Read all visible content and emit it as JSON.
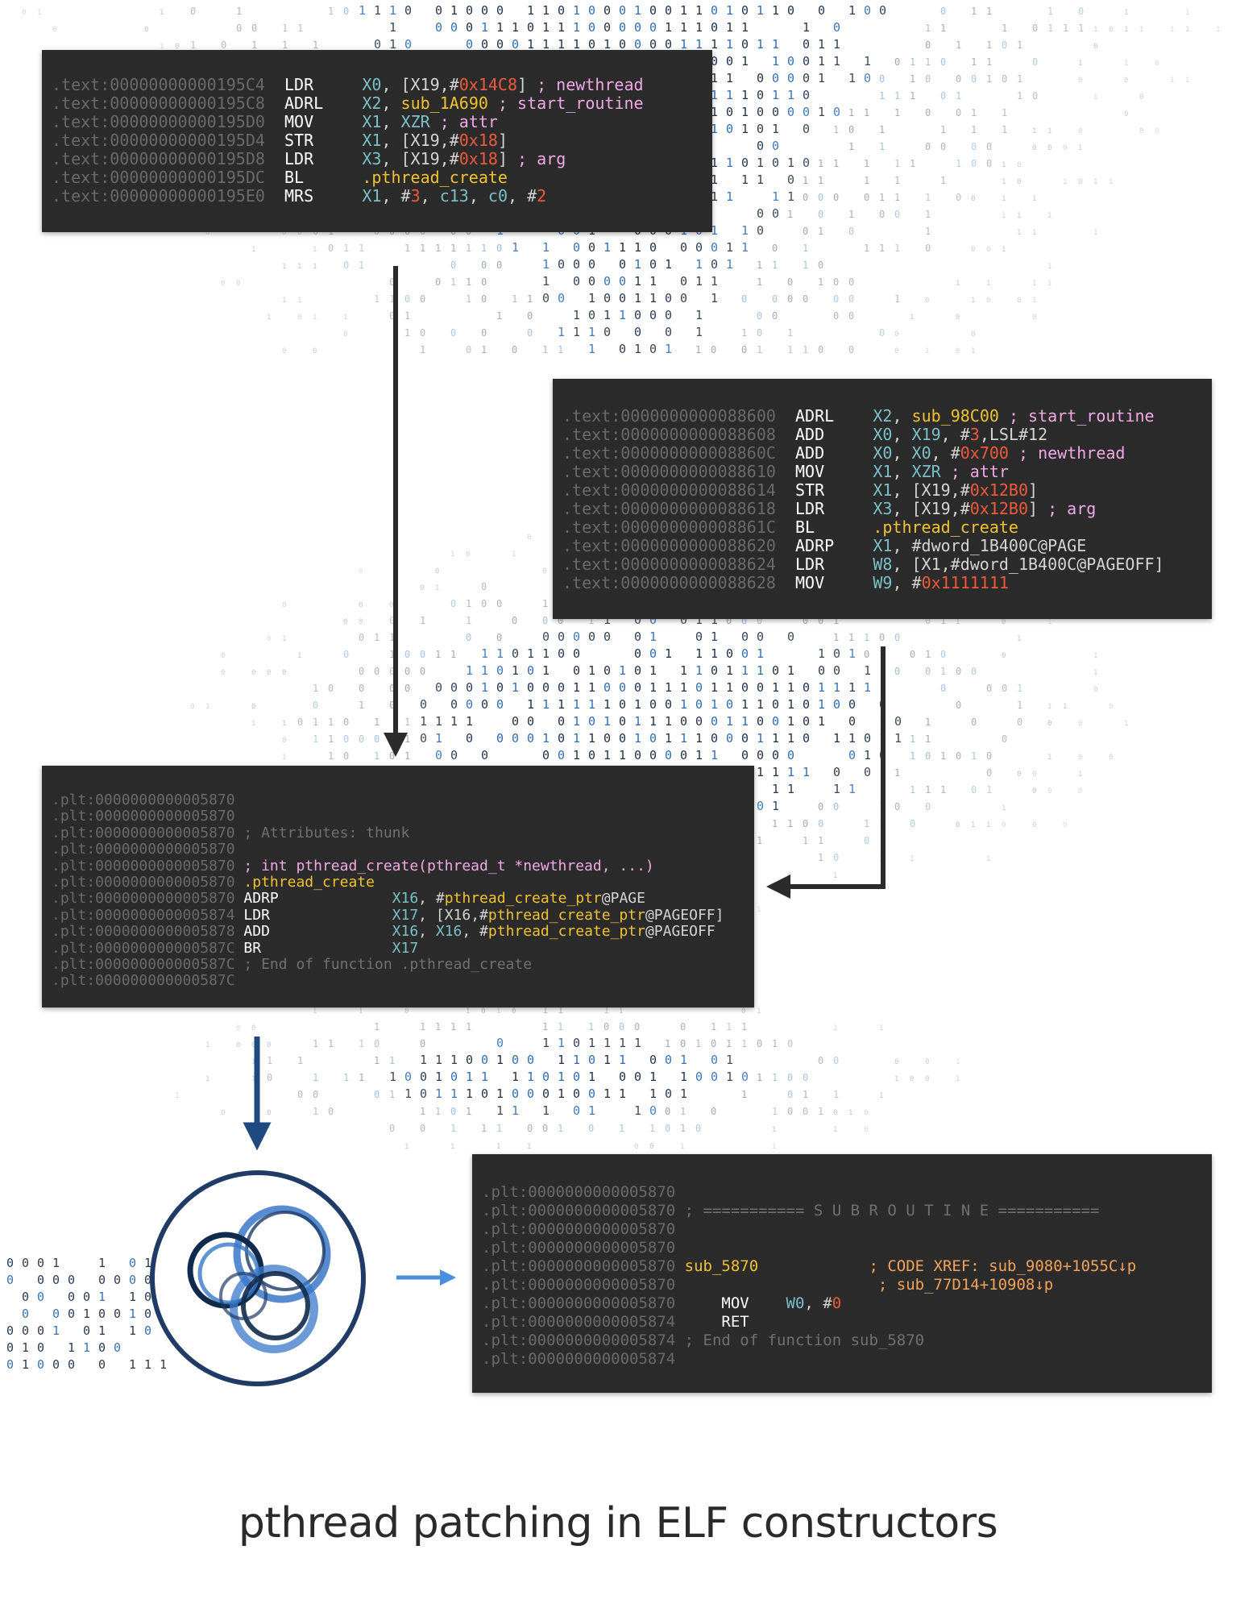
{
  "caption": "pthread patching in ELF constructors",
  "colors": {
    "panel_bg": "#2b2b2b",
    "register": "#78c1c9",
    "number": "#f05a3a",
    "comment": "#f2a8e6",
    "symbol": "#f2c230",
    "xref": "#f3a35a",
    "arrow_dark": "#2b2b2b",
    "arrow_blue": "#1e4a80",
    "arrow_light": "#4a8ee0",
    "logo_ring": "#1f3b66"
  },
  "icons": {
    "logo": "circles-logo-icon"
  },
  "panels": [
    {
      "id": "panel1",
      "lines": [
        [
          [
            "addr",
            ".text:00000000000195C4"
          ],
          [
            "sp",
            "  "
          ],
          [
            "mn",
            "LDR   "
          ],
          [
            "sp",
            "  "
          ],
          [
            "reg",
            "X0"
          ],
          [
            "pun",
            ", [X19,#"
          ],
          [
            "num",
            "0x14C8"
          ],
          [
            "pun",
            "]"
          ],
          [
            "cmt",
            " ; newthread"
          ]
        ],
        [
          [
            "addr",
            ".text:00000000000195C8"
          ],
          [
            "sp",
            "  "
          ],
          [
            "mn",
            "ADRL  "
          ],
          [
            "sp",
            "  "
          ],
          [
            "reg",
            "X2"
          ],
          [
            "pun",
            ", "
          ],
          [
            "sym",
            "sub_1A690"
          ],
          [
            "cmt",
            " ; start_routine"
          ]
        ],
        [
          [
            "addr",
            ".text:00000000000195D0"
          ],
          [
            "sp",
            "  "
          ],
          [
            "mn",
            "MOV   "
          ],
          [
            "sp",
            "  "
          ],
          [
            "reg",
            "X1"
          ],
          [
            "pun",
            ", "
          ],
          [
            "reg",
            "XZR"
          ],
          [
            "cmt",
            " ; attr"
          ]
        ],
        [
          [
            "addr",
            ".text:00000000000195D4"
          ],
          [
            "sp",
            "  "
          ],
          [
            "mn",
            "STR   "
          ],
          [
            "sp",
            "  "
          ],
          [
            "reg",
            "X1"
          ],
          [
            "pun",
            ", [X19,#"
          ],
          [
            "num",
            "0x18"
          ],
          [
            "pun",
            "]"
          ]
        ],
        [
          [
            "addr",
            ".text:00000000000195D8"
          ],
          [
            "sp",
            "  "
          ],
          [
            "mn",
            "LDR   "
          ],
          [
            "sp",
            "  "
          ],
          [
            "reg",
            "X3"
          ],
          [
            "pun",
            ", [X19,#"
          ],
          [
            "num",
            "0x18"
          ],
          [
            "pun",
            "]"
          ],
          [
            "cmt",
            " ; arg"
          ]
        ],
        [
          [
            "addr",
            ".text:00000000000195DC"
          ],
          [
            "sp",
            "  "
          ],
          [
            "mn",
            "BL    "
          ],
          [
            "sp",
            "  "
          ],
          [
            "sym",
            ".pthread_create"
          ]
        ],
        [
          [
            "addr",
            ".text:00000000000195E0"
          ],
          [
            "sp",
            "  "
          ],
          [
            "mn",
            "MRS   "
          ],
          [
            "sp",
            "  "
          ],
          [
            "reg",
            "X1"
          ],
          [
            "pun",
            ", #"
          ],
          [
            "num",
            "3"
          ],
          [
            "pun",
            ", "
          ],
          [
            "reg",
            "c13"
          ],
          [
            "pun",
            ", "
          ],
          [
            "reg",
            "c0"
          ],
          [
            "pun",
            ", #"
          ],
          [
            "num",
            "2"
          ]
        ]
      ]
    },
    {
      "id": "panel2",
      "lines": [
        [
          [
            "addr",
            ".text:0000000000088600"
          ],
          [
            "sp",
            "  "
          ],
          [
            "mn",
            "ADRL  "
          ],
          [
            "sp",
            "  "
          ],
          [
            "reg",
            "X2"
          ],
          [
            "pun",
            ", "
          ],
          [
            "sym",
            "sub_98C00"
          ],
          [
            "cmt",
            " ; start_routine"
          ]
        ],
        [
          [
            "addr",
            ".text:0000000000088608"
          ],
          [
            "sp",
            "  "
          ],
          [
            "mn",
            "ADD   "
          ],
          [
            "sp",
            "  "
          ],
          [
            "reg",
            "X0"
          ],
          [
            "pun",
            ", "
          ],
          [
            "reg",
            "X19"
          ],
          [
            "pun",
            ", #"
          ],
          [
            "num",
            "3"
          ],
          [
            "pun",
            ",LSL#12"
          ]
        ],
        [
          [
            "addr",
            ".text:000000000008860C"
          ],
          [
            "sp",
            "  "
          ],
          [
            "mn",
            "ADD   "
          ],
          [
            "sp",
            "  "
          ],
          [
            "reg",
            "X0"
          ],
          [
            "pun",
            ", "
          ],
          [
            "reg",
            "X0"
          ],
          [
            "pun",
            ", #"
          ],
          [
            "num",
            "0x700"
          ],
          [
            "cmt",
            " ; newthread"
          ]
        ],
        [
          [
            "addr",
            ".text:0000000000088610"
          ],
          [
            "sp",
            "  "
          ],
          [
            "mn",
            "MOV   "
          ],
          [
            "sp",
            "  "
          ],
          [
            "reg",
            "X1"
          ],
          [
            "pun",
            ", "
          ],
          [
            "reg",
            "XZR"
          ],
          [
            "cmt",
            " ; attr"
          ]
        ],
        [
          [
            "addr",
            ".text:0000000000088614"
          ],
          [
            "sp",
            "  "
          ],
          [
            "mn",
            "STR   "
          ],
          [
            "sp",
            "  "
          ],
          [
            "reg",
            "X1"
          ],
          [
            "pun",
            ", [X19,#"
          ],
          [
            "num",
            "0x12B0"
          ],
          [
            "pun",
            "]"
          ]
        ],
        [
          [
            "addr",
            ".text:0000000000088618"
          ],
          [
            "sp",
            "  "
          ],
          [
            "mn",
            "LDR   "
          ],
          [
            "sp",
            "  "
          ],
          [
            "reg",
            "X3"
          ],
          [
            "pun",
            ", [X19,#"
          ],
          [
            "num",
            "0x12B0"
          ],
          [
            "pun",
            "]"
          ],
          [
            "cmt",
            " ; arg"
          ]
        ],
        [
          [
            "addr",
            ".text:000000000008861C"
          ],
          [
            "sp",
            "  "
          ],
          [
            "mn",
            "BL    "
          ],
          [
            "sp",
            "  "
          ],
          [
            "sym",
            ".pthread_create"
          ]
        ],
        [
          [
            "addr",
            ".text:0000000000088620"
          ],
          [
            "sp",
            "  "
          ],
          [
            "mn",
            "ADRP  "
          ],
          [
            "sp",
            "  "
          ],
          [
            "reg",
            "X1"
          ],
          [
            "pun",
            ", #dword_1B400C@PAGE"
          ]
        ],
        [
          [
            "addr",
            ".text:0000000000088624"
          ],
          [
            "sp",
            "  "
          ],
          [
            "mn",
            "LDR   "
          ],
          [
            "sp",
            "  "
          ],
          [
            "reg",
            "W8"
          ],
          [
            "pun",
            ", [X1,#dword_1B400C@PAGEOFF]"
          ]
        ],
        [
          [
            "addr",
            ".text:0000000000088628"
          ],
          [
            "sp",
            "  "
          ],
          [
            "mn",
            "MOV   "
          ],
          [
            "sp",
            "  "
          ],
          [
            "reg",
            "W9"
          ],
          [
            "pun",
            ", #"
          ],
          [
            "num",
            "0x1111111"
          ]
        ]
      ]
    },
    {
      "id": "panel3",
      "lines": [
        [
          [
            "addr",
            ".plt:0000000000005870"
          ]
        ],
        [
          [
            "addr",
            ".plt:0000000000005870"
          ]
        ],
        [
          [
            "addr",
            ".plt:0000000000005870"
          ],
          [
            "sp",
            " "
          ],
          [
            "gcmt",
            "; Attributes: thunk"
          ]
        ],
        [
          [
            "addr",
            ".plt:0000000000005870"
          ]
        ],
        [
          [
            "addr",
            ".plt:0000000000005870"
          ],
          [
            "sp",
            " "
          ],
          [
            "cmt",
            "; int pthread_create(pthread_t *newthread, ...)"
          ]
        ],
        [
          [
            "addr",
            ".plt:0000000000005870"
          ],
          [
            "sp",
            " "
          ],
          [
            "sym",
            ".pthread_create"
          ]
        ],
        [
          [
            "addr",
            ".plt:0000000000005870"
          ],
          [
            "sp",
            " "
          ],
          [
            "mn",
            "ADRP             "
          ],
          [
            "reg",
            "X16"
          ],
          [
            "pun",
            ", #"
          ],
          [
            "sym",
            "pthread_create_ptr"
          ],
          [
            "pun",
            "@PAGE"
          ]
        ],
        [
          [
            "addr",
            ".plt:0000000000005874"
          ],
          [
            "sp",
            " "
          ],
          [
            "mn",
            "LDR              "
          ],
          [
            "reg",
            "X17"
          ],
          [
            "pun",
            ", [X16,#"
          ],
          [
            "sym",
            "pthread_create_ptr"
          ],
          [
            "pun",
            "@PAGEOFF]"
          ]
        ],
        [
          [
            "addr",
            ".plt:0000000000005878"
          ],
          [
            "sp",
            " "
          ],
          [
            "mn",
            "ADD              "
          ],
          [
            "reg",
            "X16"
          ],
          [
            "pun",
            ", "
          ],
          [
            "reg",
            "X16"
          ],
          [
            "pun",
            ", #"
          ],
          [
            "sym",
            "pthread_create_ptr"
          ],
          [
            "pun",
            "@PAGEOFF"
          ]
        ],
        [
          [
            "addr",
            ".plt:000000000000587C"
          ],
          [
            "sp",
            " "
          ],
          [
            "mn",
            "BR               "
          ],
          [
            "reg",
            "X17"
          ]
        ],
        [
          [
            "addr",
            ".plt:000000000000587C"
          ],
          [
            "sp",
            " "
          ],
          [
            "gcmt",
            "; End of function .pthread_create"
          ]
        ],
        [
          [
            "addr",
            ".plt:000000000000587C"
          ]
        ]
      ]
    },
    {
      "id": "panel4",
      "lines": [
        [
          [
            "addr",
            ".plt:0000000000005870"
          ]
        ],
        [
          [
            "addr",
            ".plt:0000000000005870"
          ],
          [
            "sp",
            " "
          ],
          [
            "gcmt",
            "; =========== S U B R O U T I N E ==========="
          ]
        ],
        [
          [
            "addr",
            ".plt:0000000000005870"
          ]
        ],
        [
          [
            "addr",
            ".plt:0000000000005870"
          ]
        ],
        [
          [
            "addr",
            ".plt:0000000000005870"
          ],
          [
            "sp",
            " "
          ],
          [
            "sym",
            "sub_5870"
          ],
          [
            "sp",
            "            "
          ],
          [
            "xref",
            "; CODE XREF: sub_9080+1055C↓p"
          ]
        ],
        [
          [
            "addr",
            ".plt:0000000000005870"
          ],
          [
            "sp",
            "                      "
          ],
          [
            "xref",
            "; sub_77D14+10908↓p"
          ]
        ],
        [
          [
            "addr",
            ".plt:0000000000005870"
          ],
          [
            "sp",
            "     "
          ],
          [
            "mn",
            "MOV    "
          ],
          [
            "reg",
            "W0"
          ],
          [
            "pun",
            ", #"
          ],
          [
            "num",
            "0"
          ]
        ],
        [
          [
            "addr",
            ".plt:0000000000005874"
          ],
          [
            "sp",
            "     "
          ],
          [
            "mn",
            "RET"
          ]
        ],
        [
          [
            "addr",
            ".plt:0000000000005874"
          ],
          [
            "sp",
            " "
          ],
          [
            "gcmt",
            "; End of function sub_5870"
          ]
        ],
        [
          [
            "addr",
            ".plt:0000000000005874"
          ]
        ]
      ]
    }
  ]
}
